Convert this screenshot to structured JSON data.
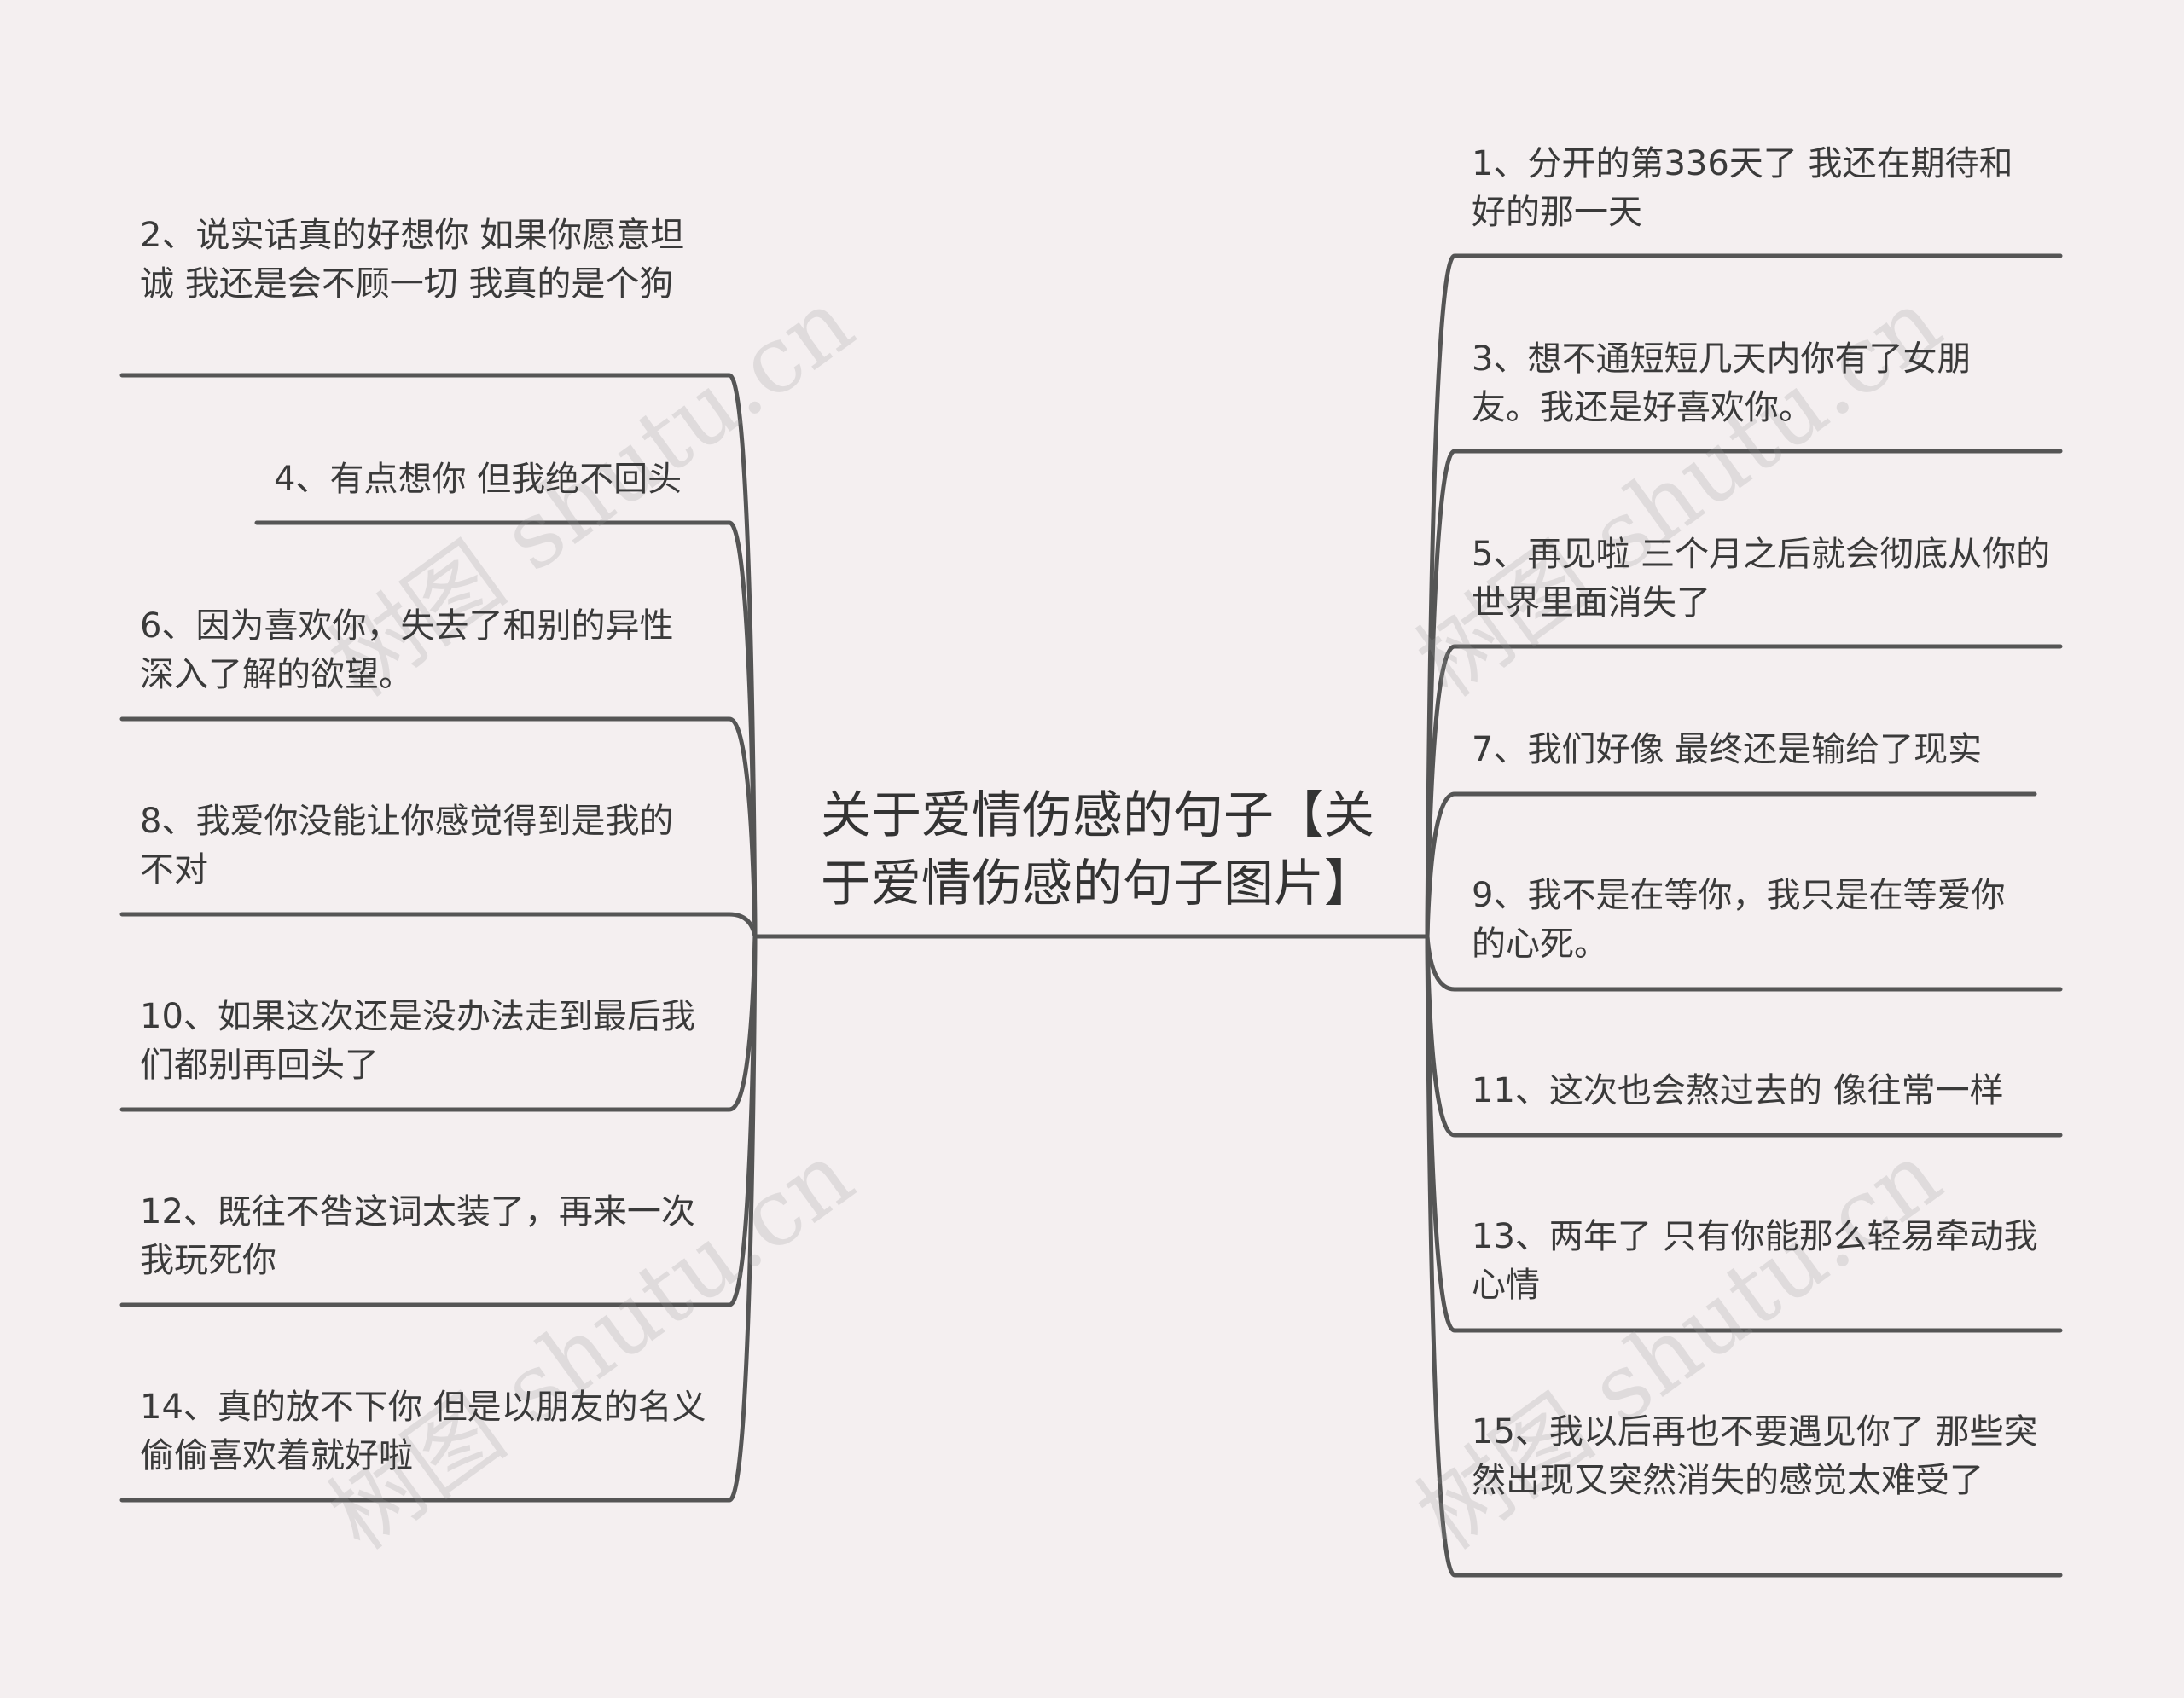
{
  "root": {
    "label": "关于爱情伤感的句子【关于爱情伤感的句子图片】"
  },
  "left_branches": [
    {
      "id": "n2",
      "text": "2、说实话真的好想你 如果你愿意坦诚 我还是会不顾一切 我真的是个狗"
    },
    {
      "id": "n4",
      "text": "4、有点想你 但我绝不回头"
    },
    {
      "id": "n6",
      "text": "6、因为喜欢你，失去了和别的异性深入了解的欲望。"
    },
    {
      "id": "n8",
      "text": "8、我爱你没能让你感觉得到是我的不对"
    },
    {
      "id": "n10",
      "text": "10、如果这次还是没办法走到最后我们都别再回头了"
    },
    {
      "id": "n12",
      "text": "12、既往不咎这词太装了，再来一次我玩死你"
    },
    {
      "id": "n14",
      "text": "14、真的放不下你 但是以朋友的名义偷偷喜欢着就好啦"
    }
  ],
  "right_branches": [
    {
      "id": "n1",
      "text": "1、分开的第336天了 我还在期待和好的那一天"
    },
    {
      "id": "n3",
      "text": "3、想不通短短几天内你有了女朋友。我还是好喜欢你。"
    },
    {
      "id": "n5",
      "text": "5、再见啦 三个月之后就会彻底从你的世界里面消失了"
    },
    {
      "id": "n7",
      "text": "7、我们好像 最终还是输给了现实"
    },
    {
      "id": "n9",
      "text": "9、我不是在等你，我只是在等爱你的心死。"
    },
    {
      "id": "n11",
      "text": "11、这次也会熬过去的 像往常一样"
    },
    {
      "id": "n13",
      "text": "13、两年了 只有你能那么轻易牵动我心情"
    },
    {
      "id": "n15",
      "text": "15、我以后再也不要遇见你了 那些突然出现又突然消失的感觉太难受了"
    }
  ],
  "watermark": "树图 shutu.cn",
  "colors": {
    "background": "#f4eff0",
    "line": "#555555",
    "text": "#3a3a3a"
  }
}
